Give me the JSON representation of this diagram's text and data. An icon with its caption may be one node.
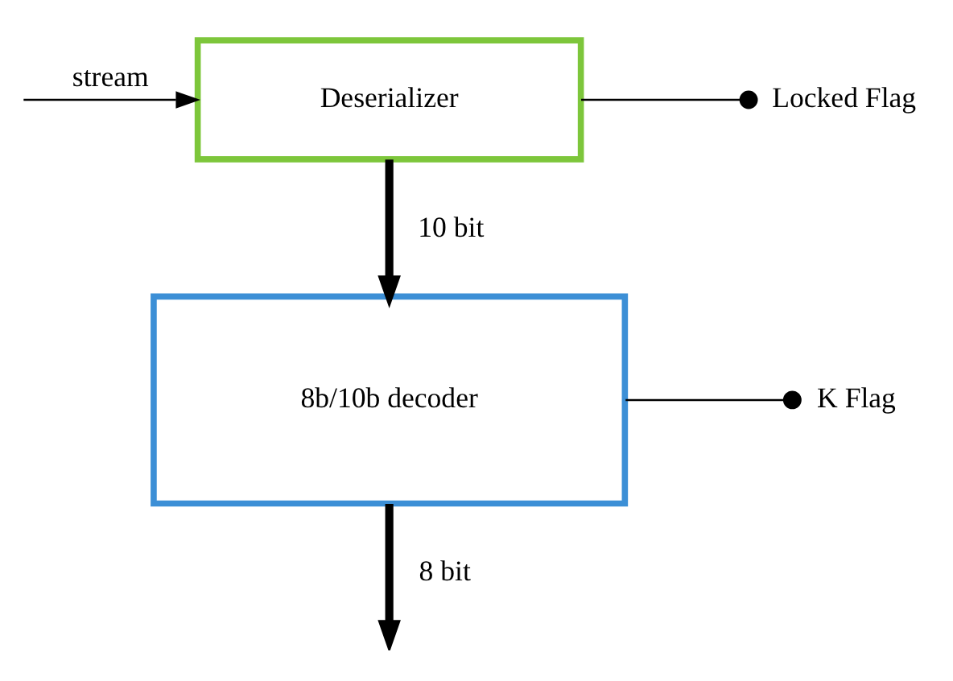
{
  "diagram": {
    "nodes": [
      {
        "text": [
          "Deserializer"
        ]
      },
      {
        "text": [
          "8b/10b decoder"
        ]
      },
      {
        "text": [
          "Locked Flag"
        ]
      },
      {
        "text": [
          "K Flag"
        ]
      }
    ],
    "edges": [
      {
        "from": null,
        "to": 0,
        "arrow": "to",
        "label": "stream"
      },
      {
        "from": 0,
        "to": 1,
        "arrow": "to",
        "label": "10 bit",
        "style": "thick"
      },
      {
        "from": 1,
        "to": null,
        "arrow": "to",
        "label": "8 bit",
        "style": "thick"
      },
      {
        "from": 0,
        "to": 2,
        "arrow": "other"
      },
      {
        "from": 1,
        "to": 3,
        "arrow": "other"
      }
    ]
  }
}
